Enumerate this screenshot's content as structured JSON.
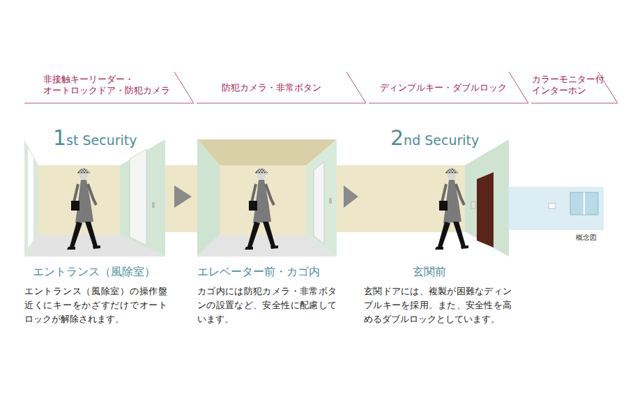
{
  "diagram": {
    "nodes": [
      {
        "text": [
          "エントランス（風除室）",
          "エントランス（風除室）の操作盤近くにキーをかざすだけでオートロックが解除されます。"
        ]
      },
      {
        "text": [
          "エレベーター前・カゴ内",
          "カゴ内には防犯カメラ・非常ボタンの設置など、安全性に配慮しています。"
        ]
      },
      {
        "text": [
          "玄関前",
          "玄関ドアには、複製が困難なディンプルキーを採用。また、安全性を高めるダブルロックとしています。"
        ]
      }
    ],
    "edges": [
      {
        "from": 0,
        "to": 1,
        "arrow": "to"
      },
      {
        "from": 1,
        "to": 2,
        "arrow": "to"
      }
    ],
    "labels": [
      "非接触キーリーダー・ オートロックドア・防犯カメラ",
      "防犯カメラ・非常ボタン",
      "ディンプルキー・ダブルロック",
      "カラーモニター付 インターホン",
      "1st Security",
      "2nd Security",
      "概念図"
    ]
  }
}
